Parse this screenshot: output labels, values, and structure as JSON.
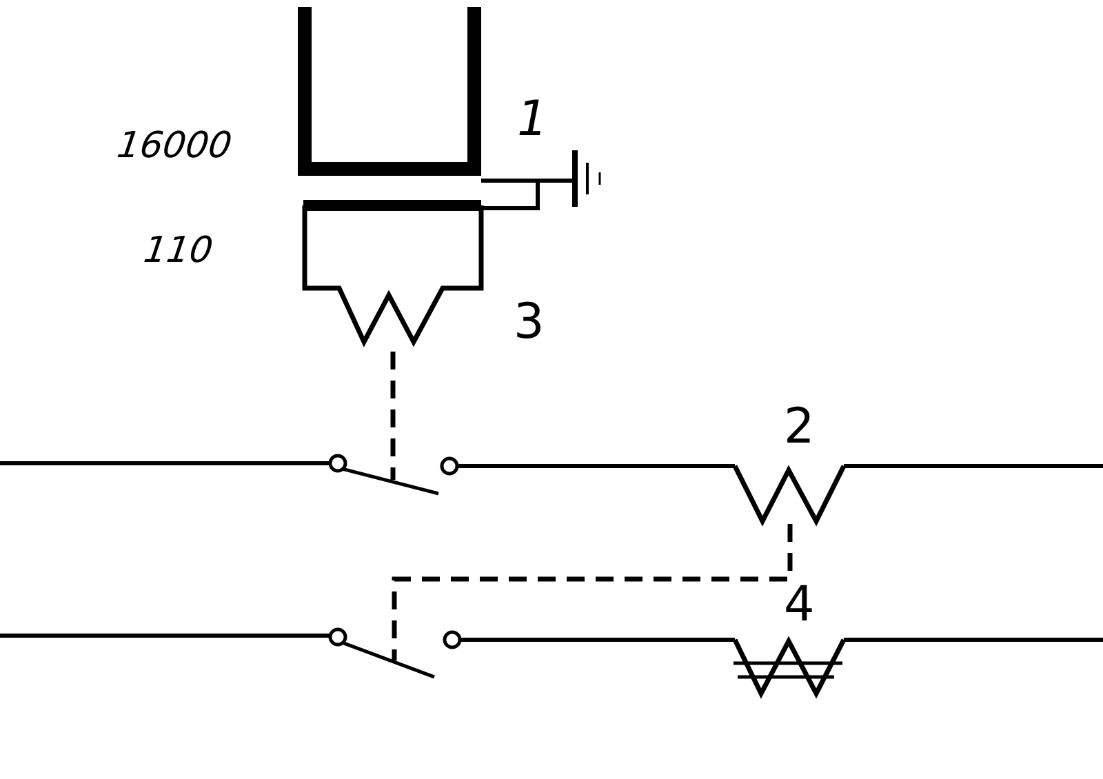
{
  "labels": {
    "primary_voltage": "16000",
    "secondary_voltage": "110",
    "ref_1": "1",
    "ref_2": "2",
    "ref_3": "3",
    "ref_4": "4"
  },
  "colors": {
    "ink": "#000000",
    "background": "#ffffff"
  }
}
